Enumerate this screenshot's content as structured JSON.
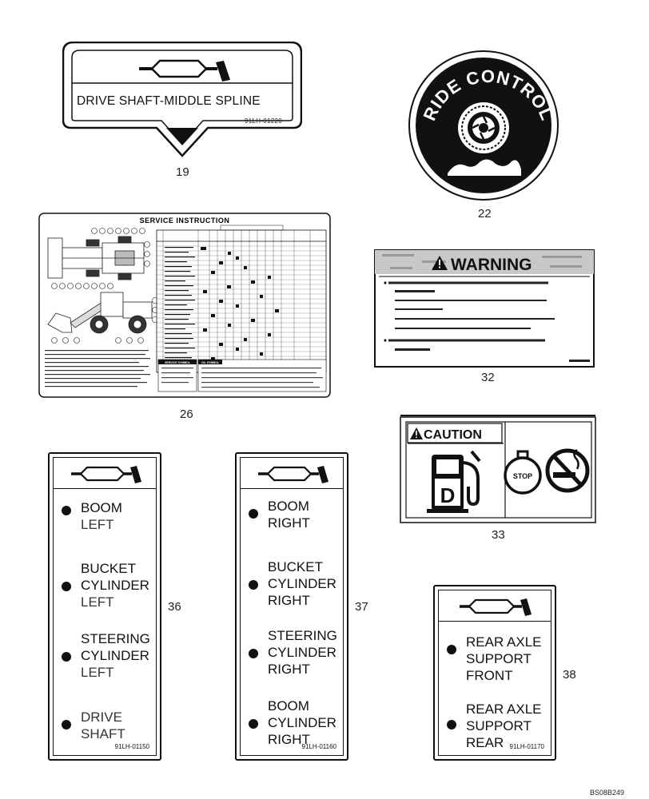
{
  "labels": {
    "drive_shaft": {
      "callout": "19",
      "text": "DRIVE SHAFT-MIDDLE SPLINE",
      "code": "91LH-01220"
    },
    "ride_control": {
      "callout": "22",
      "text": "RIDE CONTROL"
    },
    "service_instruction": {
      "callout": "26",
      "title": "SERVICE INSTRUCTION",
      "symbols_label": "SERVICE SYMBOL",
      "oil_symbol_label": "OIL SYMBOL"
    },
    "warning": {
      "callout": "32",
      "title": "WARNING"
    },
    "caution": {
      "callout": "33",
      "title": "CAUTION",
      "fuel_letter": "D",
      "stop_text": "STOP"
    },
    "decal_36": {
      "callout": "36",
      "code": "91LH-01150",
      "entries": [
        {
          "bold": "BOOM",
          "light": "LEFT"
        },
        {
          "bold1": "BUCKET",
          "bold2": "CYLINDER",
          "light": "LEFT"
        },
        {
          "bold1": "STEERING",
          "bold2": "CYLINDER",
          "light": "LEFT"
        },
        {
          "light1": "DRIVE",
          "light2": "SHAFT"
        }
      ]
    },
    "decal_37": {
      "callout": "37",
      "code": "91LH-01160",
      "entries": [
        {
          "bold": "BOOM",
          "bold2": "RIGHT"
        },
        {
          "bold1": "BUCKET",
          "bold2": "CYLINDER",
          "bold3": "RIGHT"
        },
        {
          "bold1": "STEERING",
          "bold2": "CYLINDER",
          "bold3": "RIGHT"
        },
        {
          "bold1": "BOOM",
          "bold2": "CYLINDER",
          "bold3": "RIGHT"
        }
      ]
    },
    "decal_38": {
      "callout": "38",
      "code": "91LH-01170",
      "entries": [
        {
          "l1": "REAR AXLE",
          "l2": "SUPPORT",
          "l3": "FRONT"
        },
        {
          "l1": "REAR AXLE",
          "l2": "SUPPORT",
          "l3": "REAR"
        }
      ]
    }
  },
  "figure_code": "BS08B249"
}
